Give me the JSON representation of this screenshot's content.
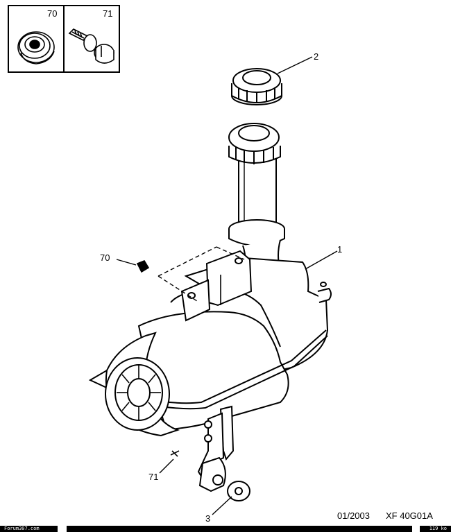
{
  "inset": {
    "left_part": "70",
    "right_part": "71"
  },
  "callouts": {
    "cap": "2",
    "tank": "1",
    "nut": "70",
    "bolt": "71",
    "washer": "3"
  },
  "reference": {
    "date": "01/2003",
    "code": "XF 40G01A"
  },
  "footer": {
    "site": "Forum307.com",
    "size": "119 ko"
  }
}
